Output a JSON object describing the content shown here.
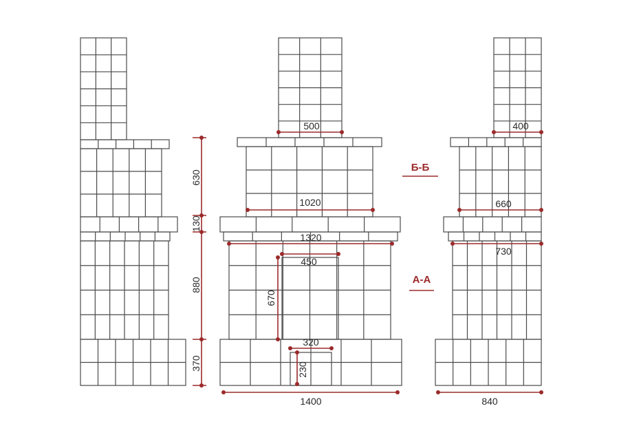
{
  "drawing": {
    "section_labels": {
      "bb": "Б-Б",
      "aa": "А-А"
    },
    "dimensions": {
      "h_upper": "630",
      "h_band": "130",
      "h_lower": "880",
      "h_base": "370",
      "chimney_width_front": "500",
      "upper_width_front": "1020",
      "band_width_front": "1320",
      "firebox_width": "450",
      "firebox_height": "670",
      "ash_width": "320",
      "ash_height": "230",
      "base_width_front": "1400",
      "chimney_width_side": "400",
      "upper_width_side": "660",
      "lower_width_side": "730",
      "base_width_side": "840"
    },
    "colors": {
      "dimension": "#9b2a2a",
      "line": "#4a4a4a"
    }
  }
}
